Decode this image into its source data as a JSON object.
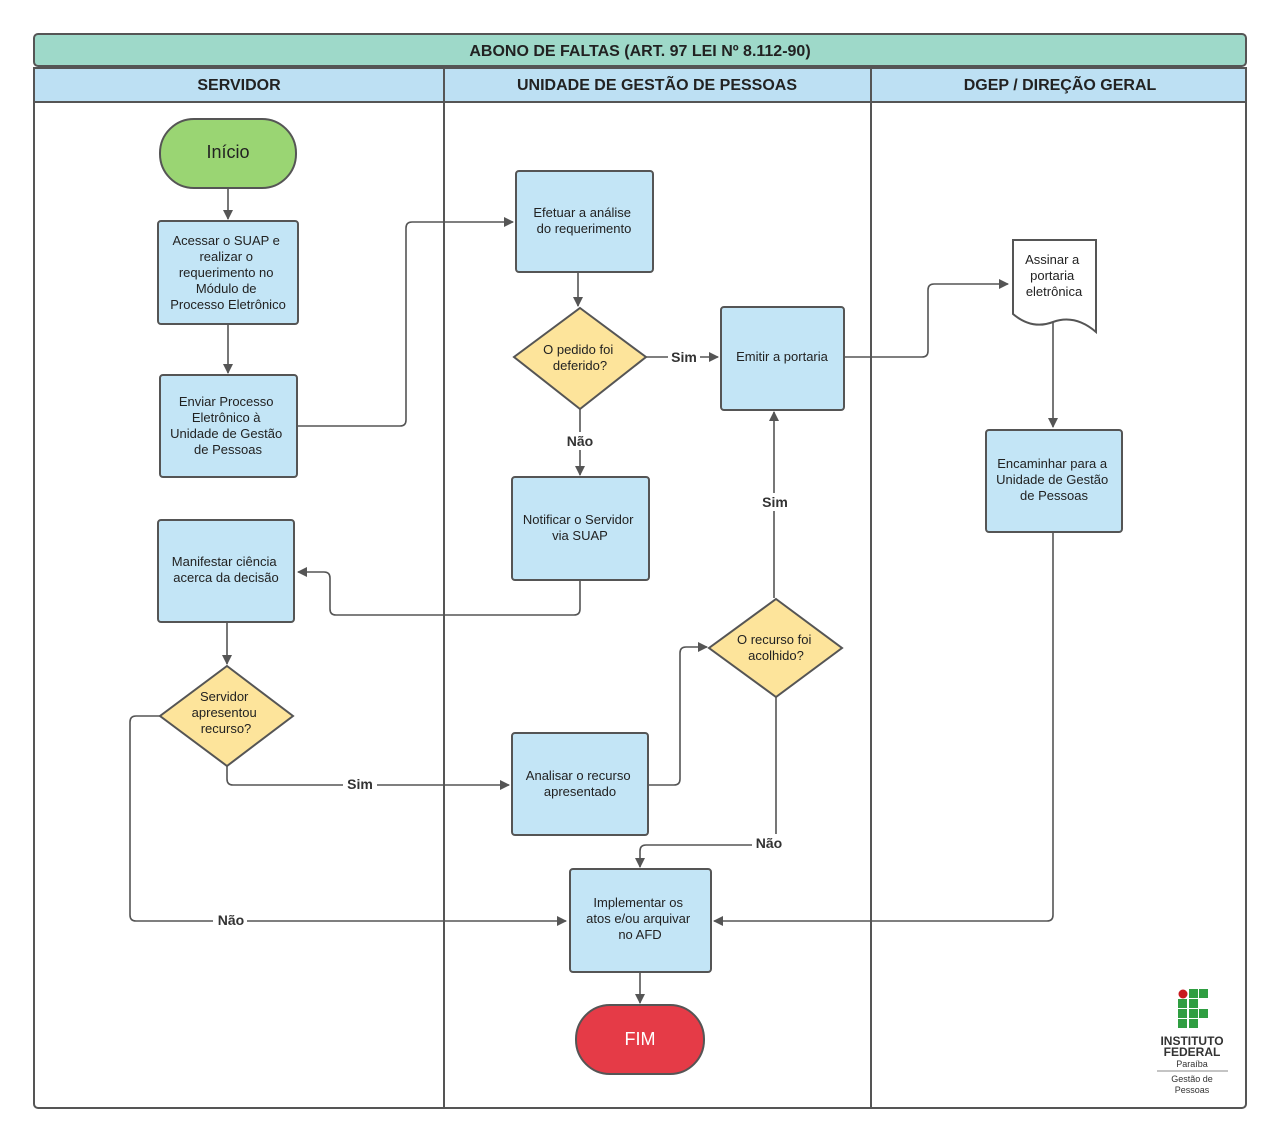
{
  "title": "ABONO DE FALTAS (ART. 97 LEI Nº 8.112-90)",
  "lanes": {
    "servidor": "SERVIDOR",
    "ugp": "UNIDADE DE GESTÃO DE PESSOAS",
    "dgep": "DGEP / DIREÇÃO GERAL"
  },
  "nodes": {
    "inicio": [
      "Início"
    ],
    "acessar_suap": [
      "Acessar o SUAP e",
      "realizar o",
      "requerimento no",
      "Módulo de",
      "Processo Eletrônico"
    ],
    "enviar_processo": [
      "Enviar Processo",
      "Eletrônico à",
      "Unidade de Gestão",
      "de Pessoas"
    ],
    "manifestar": [
      "Manifestar ciência",
      "acerca da decisão"
    ],
    "servidor_recurso": [
      "Servidor",
      "apresentou",
      "recurso?"
    ],
    "efetuar_analise": [
      "Efetuar a análise",
      "do requerimento"
    ],
    "pedido_deferido": [
      "O pedido foi",
      "deferido?"
    ],
    "notificar": [
      "Notificar o Servidor",
      "via SUAP"
    ],
    "emitir_portaria": [
      "Emitir a portaria"
    ],
    "recurso_acolhido": [
      "O recurso foi",
      "acolhido?"
    ],
    "analisar_recurso": [
      "Analisar o recurso",
      "apresentado"
    ],
    "implementar": [
      "Implementar os",
      "atos e/ou arquivar",
      "no AFD"
    ],
    "fim": [
      "FIM"
    ],
    "assinar_portaria": [
      "Assinar a",
      "portaria",
      "eletrônica"
    ],
    "encaminhar": [
      "Encaminhar para a",
      "Unidade de Gestão",
      "de Pessoas"
    ]
  },
  "edge_labels": {
    "sim_deferido": "Sim",
    "nao_deferido": "Não",
    "sim_acolhido": "Sim",
    "nao_acolhido": "Não",
    "sim_recurso": "Sim",
    "nao_recurso": "Não"
  },
  "logo": {
    "line1": "INSTITUTO",
    "line2": "FEDERAL",
    "line3": "Paraíba",
    "line4": "Gestão de",
    "line5": "Pessoas"
  },
  "colors": {
    "title_bar": "#9ed9c9",
    "lane_header": "#bde0f3",
    "process": "#c3e5f6",
    "decision": "#fde49b",
    "start": "#9ad573",
    "end": "#e53b47",
    "stroke": "#555555",
    "logo_green": "#2f9e41",
    "logo_red": "#c8191e"
  }
}
